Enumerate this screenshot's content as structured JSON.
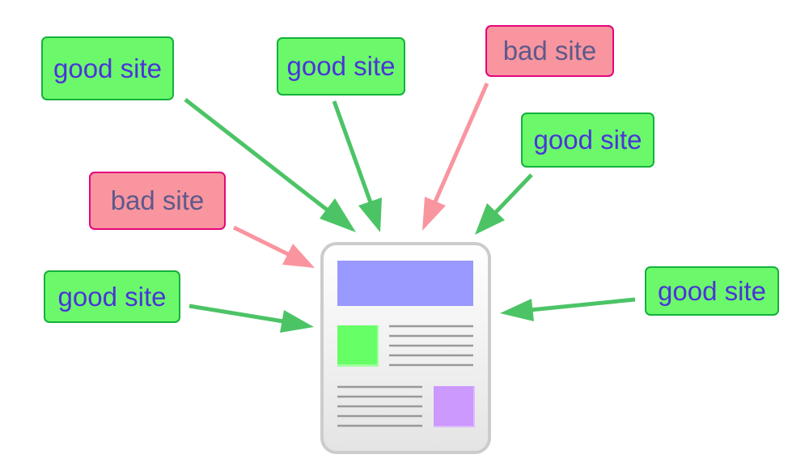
{
  "nodes": [
    {
      "label": "good site",
      "kind": "good"
    },
    {
      "label": "good site",
      "kind": "good"
    },
    {
      "label": "bad site",
      "kind": "bad"
    },
    {
      "label": "good site",
      "kind": "good"
    },
    {
      "label": "bad site",
      "kind": "bad"
    },
    {
      "label": "good site",
      "kind": "good"
    },
    {
      "label": "good site",
      "kind": "good"
    }
  ],
  "colors": {
    "good_arrow": "#4cc466",
    "bad_arrow": "#f9959f",
    "header_block": "#9999ff",
    "image_block": "#66ff66",
    "side_block": "#cc99ff"
  }
}
